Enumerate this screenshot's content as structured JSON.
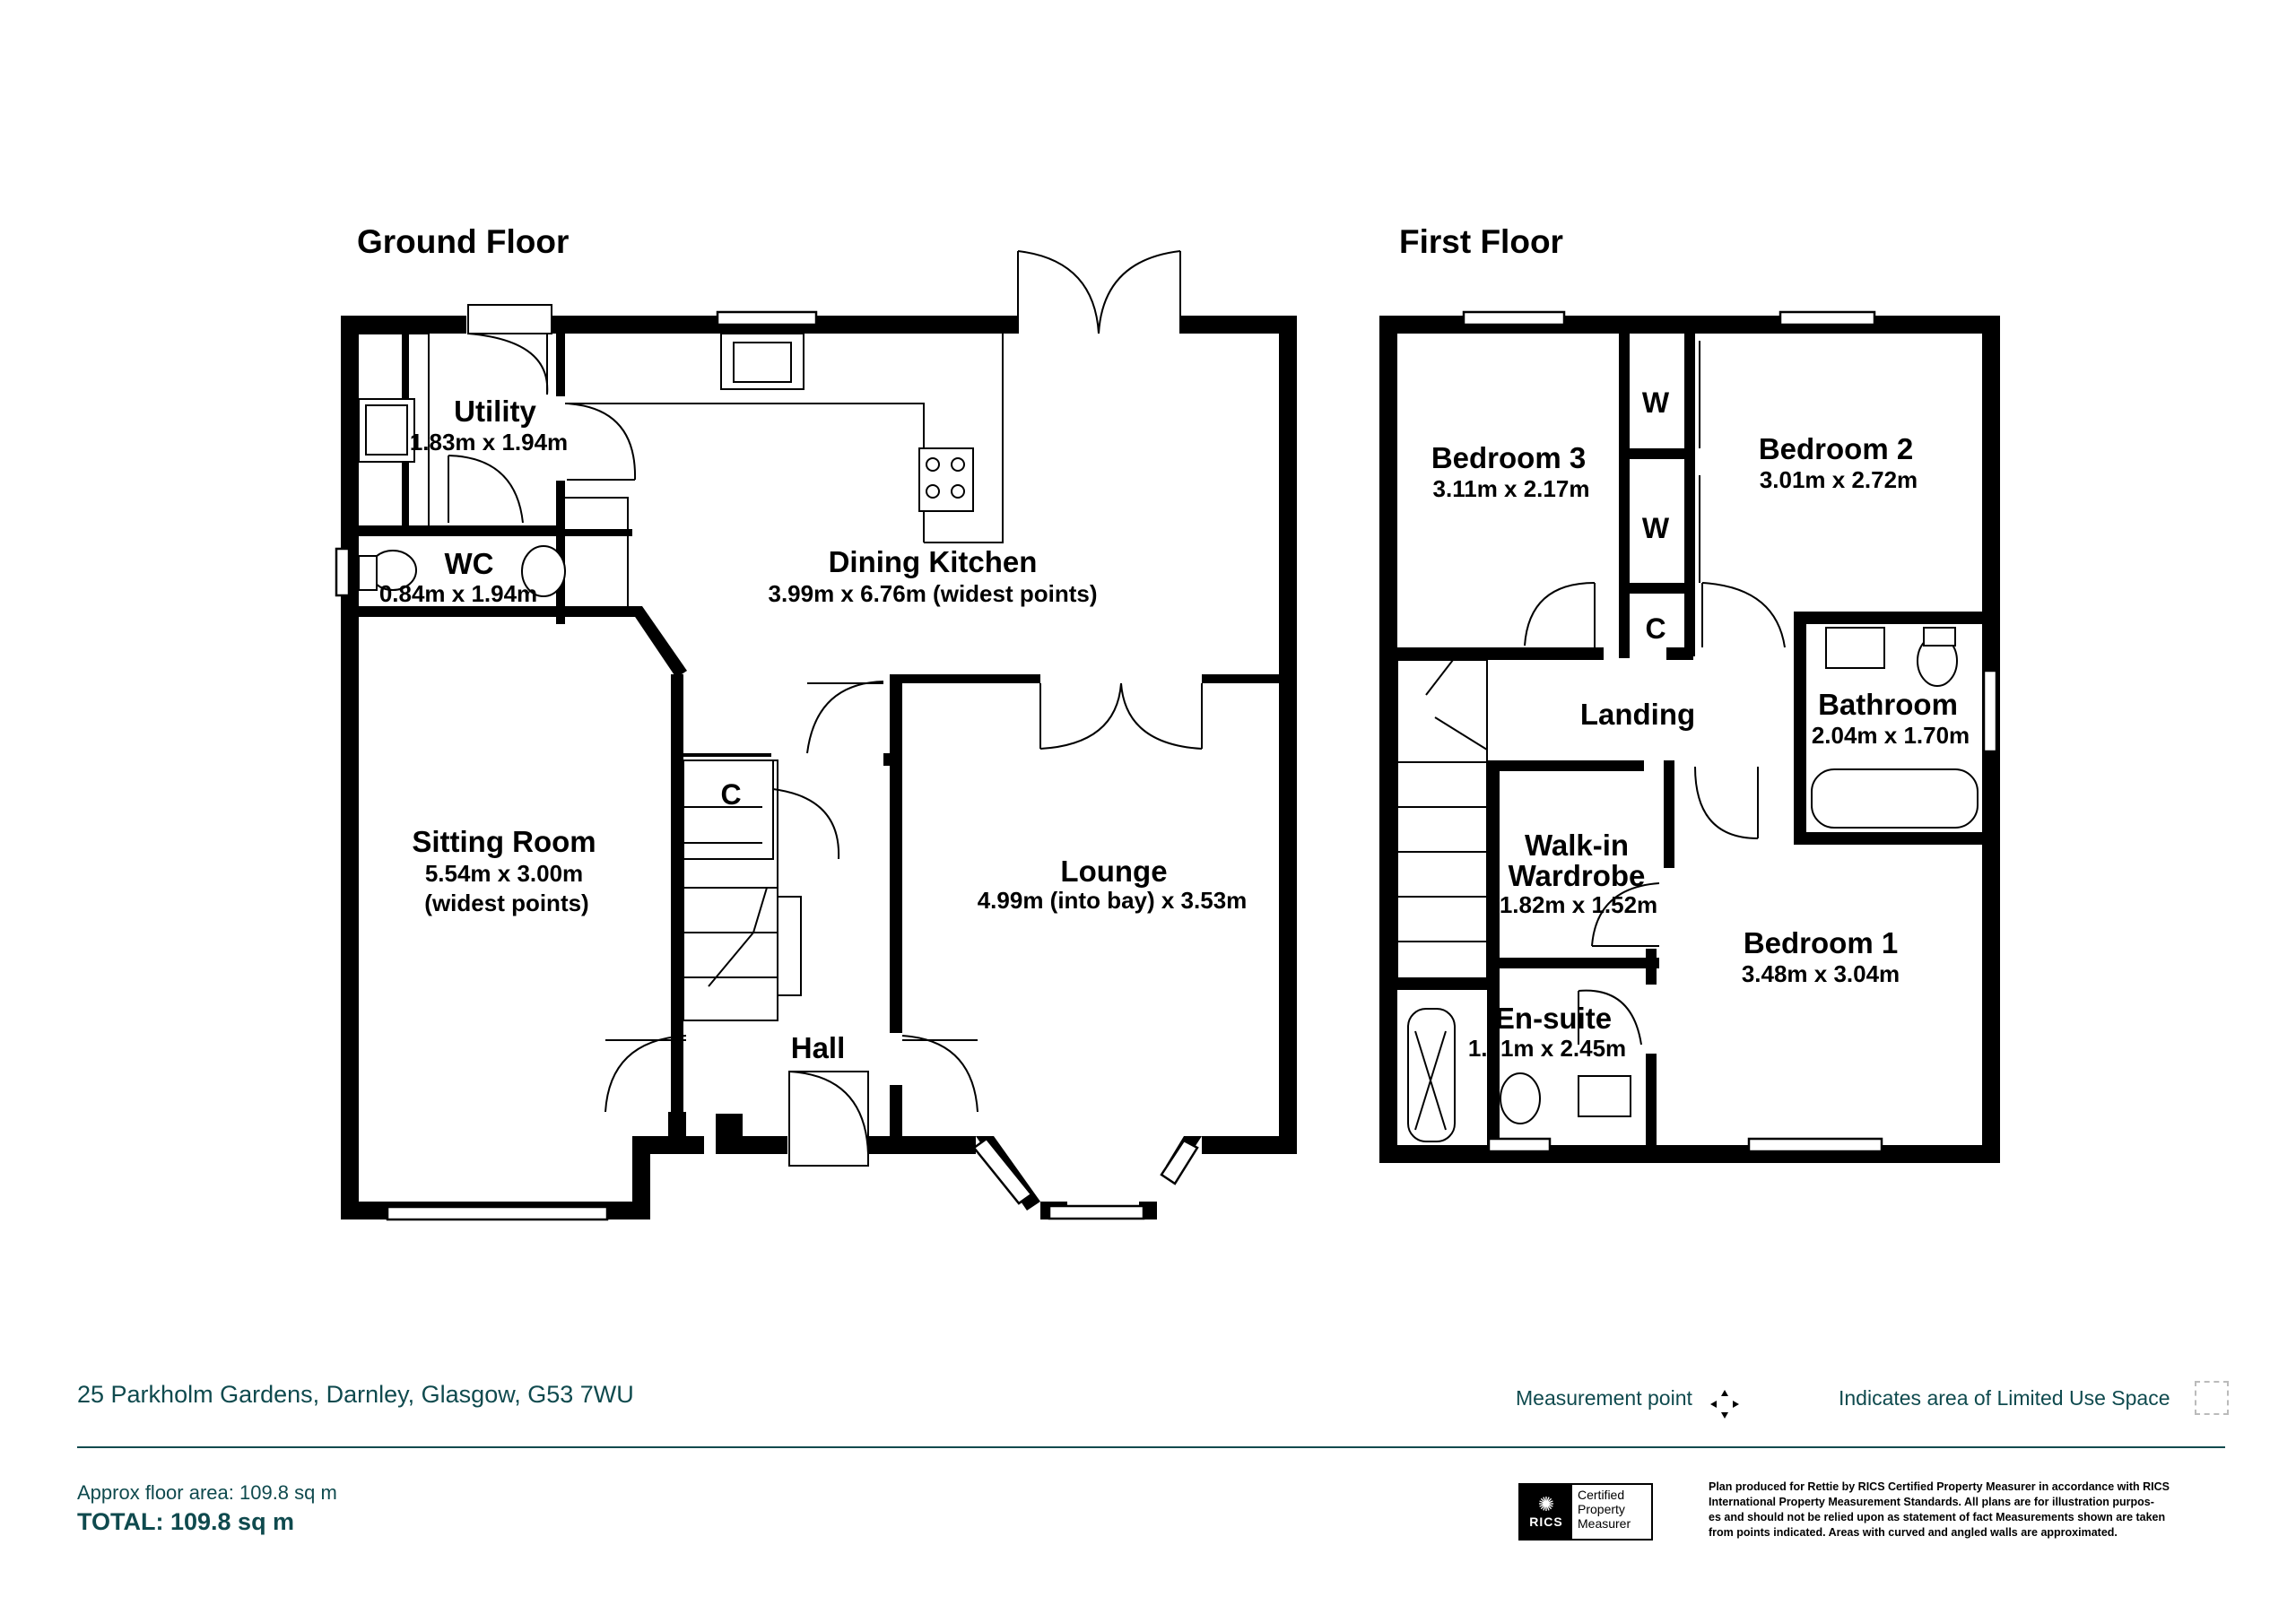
{
  "floors": {
    "ground": {
      "title": "Ground Floor",
      "rooms": {
        "utility": {
          "name": "Utility",
          "dims": "1.83m x 1.94m"
        },
        "wc": {
          "name": "WC",
          "dims": "0.84m x 1.94m"
        },
        "dining_kitchen": {
          "name": "Dining Kitchen",
          "dims": "3.99m x 6.76m (widest points)"
        },
        "sitting_room": {
          "name": "Sitting Room",
          "dims": "5.54m x 3.00m",
          "dims2": "(widest points)"
        },
        "lounge": {
          "name": "Lounge",
          "dims": "4.99m (into bay) x 3.53m"
        },
        "hall": {
          "name": "Hall"
        },
        "cupboard": {
          "name": "C"
        }
      }
    },
    "first": {
      "title": "First Floor",
      "rooms": {
        "bedroom3": {
          "name": "Bedroom 3",
          "dims": "3.11m x 2.17m"
        },
        "bedroom2": {
          "name": "Bedroom 2",
          "dims": "3.01m x 2.72m"
        },
        "wardrobe1": {
          "name": "W"
        },
        "wardrobe2": {
          "name": "W"
        },
        "cupboard": {
          "name": "C"
        },
        "landing": {
          "name": "Landing"
        },
        "bathroom": {
          "name": "Bathroom",
          "dims": "2.04m x 1.70m"
        },
        "walkin": {
          "name": "Walk-in",
          "name2": "Wardrobe",
          "dims": "1.82m x 1.52m"
        },
        "bedroom1": {
          "name": "Bedroom 1",
          "dims": "3.48m x 3.04m"
        },
        "ensuite": {
          "name": "En-suite",
          "dims": "1.61m x 2.45m"
        }
      }
    }
  },
  "footer": {
    "address": "25 Parkholm Gardens, Darnley, Glasgow, G53 7WU",
    "measurement_point": "Measurement point",
    "limited_use": "Indicates area of  Limited Use Space",
    "approx_area": "Approx floor area: 109.8 sq m",
    "total": "TOTAL: 109.8 sq m",
    "rics_logo": "RICS",
    "rics_cert": [
      "Certified",
      "Property",
      "Measurer"
    ],
    "disclaimer": [
      "Plan produced for Rettie by RICS Certified Property Measurer in accordance with RICS",
      "International Property  Measurement Standards.  All plans are for illustration purpos-",
      "es and should not be relied upon as statement of fact Measurements shown are taken",
      "from points indicated. Areas with curved and angled walls are approximated."
    ]
  },
  "colors": {
    "walls": "#000000",
    "footer_text": "#0f4a4e"
  }
}
